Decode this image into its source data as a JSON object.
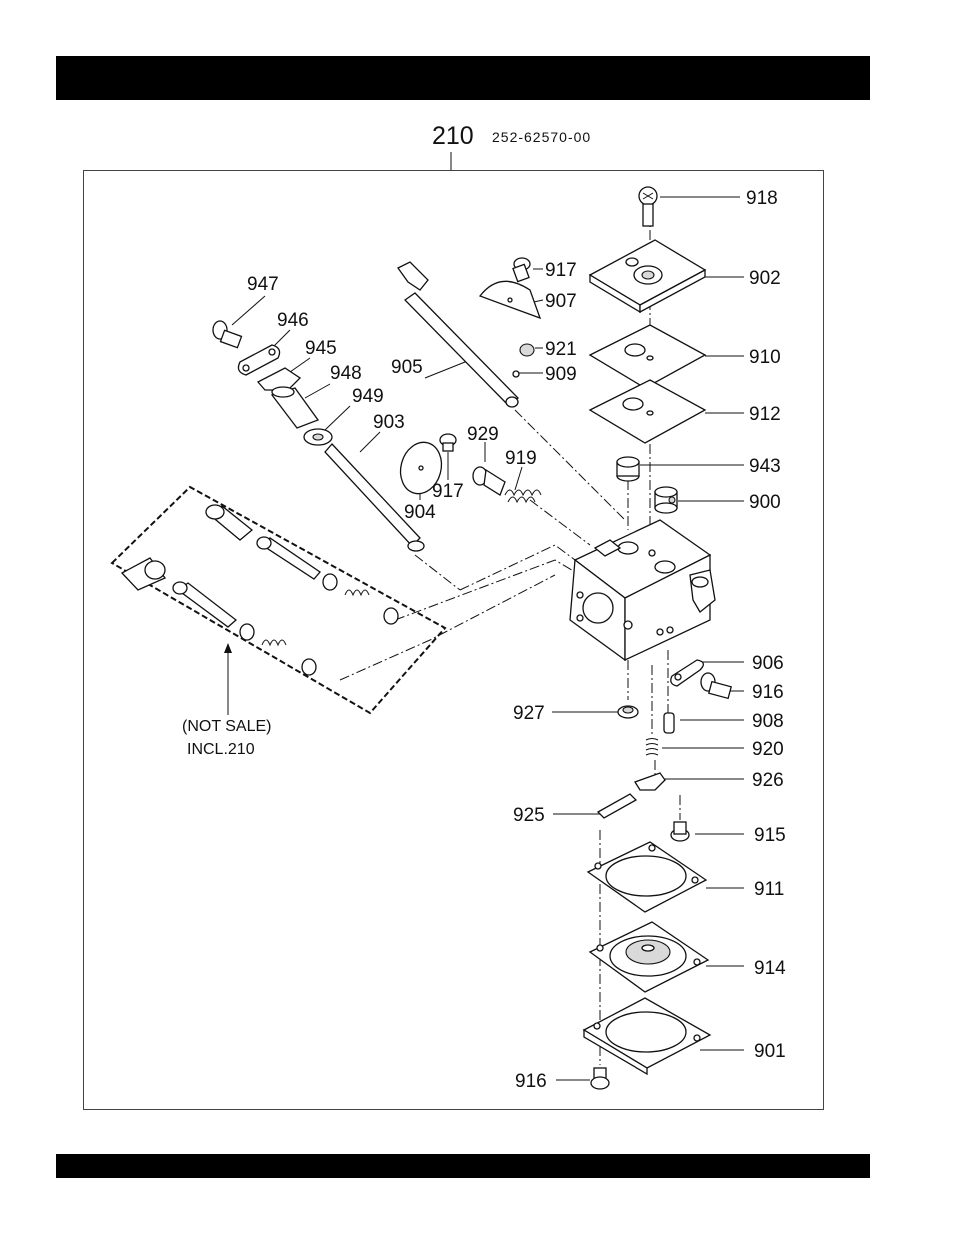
{
  "assembly": {
    "number": "210",
    "part_code": "252-62570-00"
  },
  "note": {
    "line1": "(NOT SALE)",
    "line2": "INCL.210"
  },
  "callouts": {
    "c918": "918",
    "c902": "902",
    "c917a": "917",
    "c907": "907",
    "c910": "910",
    "c921": "921",
    "c909": "909",
    "c912": "912",
    "c905": "905",
    "c947": "947",
    "c946": "946",
    "c945": "945",
    "c948": "948",
    "c949": "949",
    "c903": "903",
    "c929": "929",
    "c919": "919",
    "c917b": "917",
    "c904": "904",
    "c943": "943",
    "c900": "900",
    "c906": "906",
    "c916a": "916",
    "c927": "927",
    "c908": "908",
    "c920": "920",
    "c926": "926",
    "c925": "925",
    "c915": "915",
    "c911": "911",
    "c914": "914",
    "c901": "901",
    "c916b": "916"
  }
}
